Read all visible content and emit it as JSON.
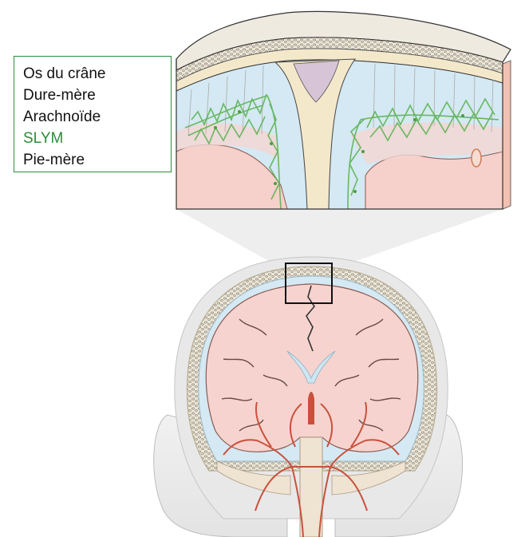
{
  "legend": {
    "items": [
      {
        "label": "Os du crâne",
        "color": "#111111"
      },
      {
        "label": "Dure-mère",
        "color": "#111111"
      },
      {
        "label": "Arachnoïde",
        "color": "#111111"
      },
      {
        "label": "SLYM",
        "color": "#2e8b3a"
      },
      {
        "label": "Pie-mère",
        "color": "#111111"
      }
    ],
    "border_color": "#2e8b3a"
  },
  "colors": {
    "bone": "#ece6d6",
    "dura": "#f3e7c9",
    "csf": "#cfe6f2",
    "brain": "#f6d3cf",
    "slym": "#56b04a",
    "vessels": "#c9513c",
    "head": "#e9e9e9"
  }
}
